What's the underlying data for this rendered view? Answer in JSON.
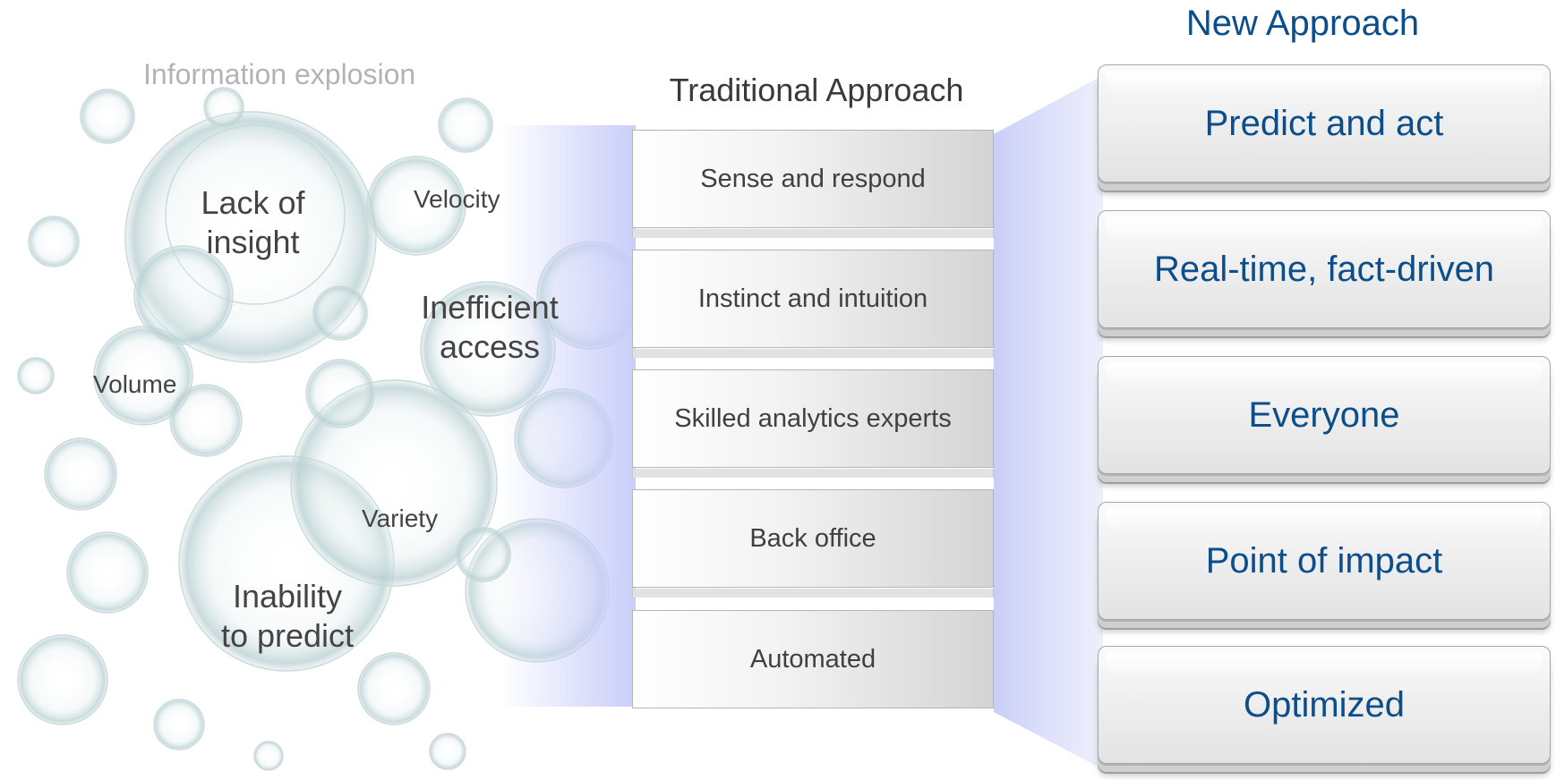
{
  "bubble_cluster": {
    "heading": "Information explosion",
    "terms": {
      "volume": "Volume",
      "velocity": "Velocity",
      "variety": "Variety"
    },
    "problems": {
      "lack_of_insight": "Lack of\ninsight",
      "inefficient_access": "Inefficient\naccess",
      "inability_to_predict": "Inability\nto predict"
    }
  },
  "traditional": {
    "title": "Traditional Approach",
    "items": [
      "Sense and respond",
      "Instinct and intuition",
      "Skilled analytics experts",
      "Back office",
      "Automated"
    ]
  },
  "new": {
    "title": "New Approach",
    "items": [
      "Predict and act",
      "Real-time, fact-driven",
      "Everyone",
      "Point of impact",
      "Optimized"
    ]
  },
  "colors": {
    "new_text": "#0c4e8b",
    "funnel": "#c8ccf8",
    "heading_gray": "#b3b3b3",
    "body_text": "#444444"
  }
}
